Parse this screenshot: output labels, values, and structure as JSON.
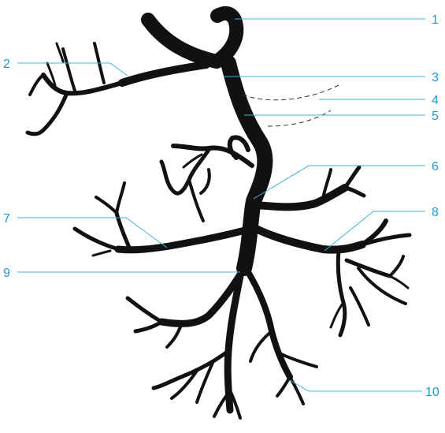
{
  "colors": {
    "vessel": "#111111",
    "leader": "#3fb0d8",
    "label": "#1d9bd1",
    "dashed": "#333333"
  },
  "labels": [
    {
      "id": "1",
      "text": "1"
    },
    {
      "id": "2",
      "text": "2"
    },
    {
      "id": "3",
      "text": "3"
    },
    {
      "id": "4",
      "text": "4"
    },
    {
      "id": "5",
      "text": "5"
    },
    {
      "id": "6",
      "text": "6"
    },
    {
      "id": "7",
      "text": "7"
    },
    {
      "id": "8",
      "text": "8"
    },
    {
      "id": "9",
      "text": "9"
    },
    {
      "id": "10",
      "text": "10"
    }
  ]
}
